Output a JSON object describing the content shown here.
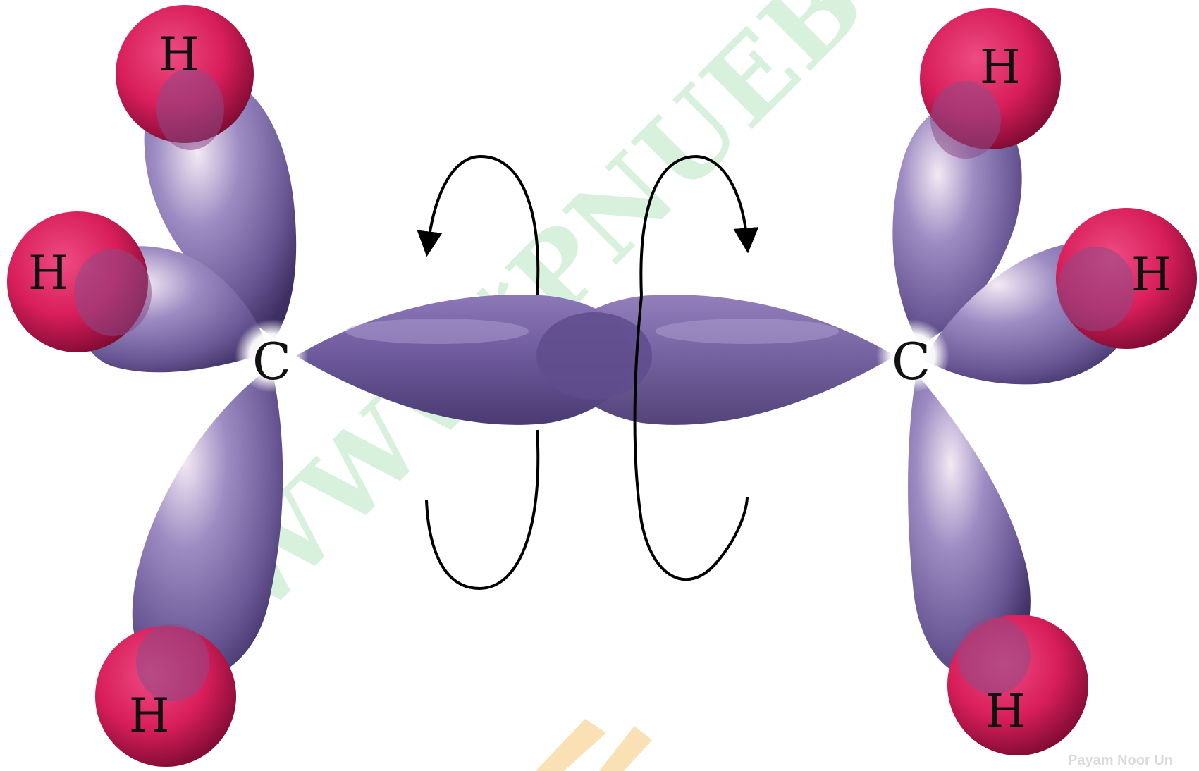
{
  "molecule": {
    "left_carbon_label": "C",
    "right_carbon_label": "C",
    "hydrogen_labels": [
      "H",
      "H",
      "H",
      "H",
      "H",
      "H"
    ]
  },
  "rotation_arrows": {
    "count": 2,
    "left_direction": "counterclockwise",
    "right_direction": "clockwise"
  },
  "watermark": {
    "main_text": "WWW*PNUEB*COM",
    "corner_text": "Payam Noor Un"
  },
  "colors": {
    "orbital": "#7d6aa6",
    "orbital_dark": "#4a3a72",
    "orbital_light": "#f1e6f2",
    "hydrogen": "#d81e5b",
    "hydrogen_dark": "#7a0a30",
    "watermark_green": "#2fb84a",
    "watermark_orange": "#f2a72a",
    "arrow": "#000000"
  }
}
